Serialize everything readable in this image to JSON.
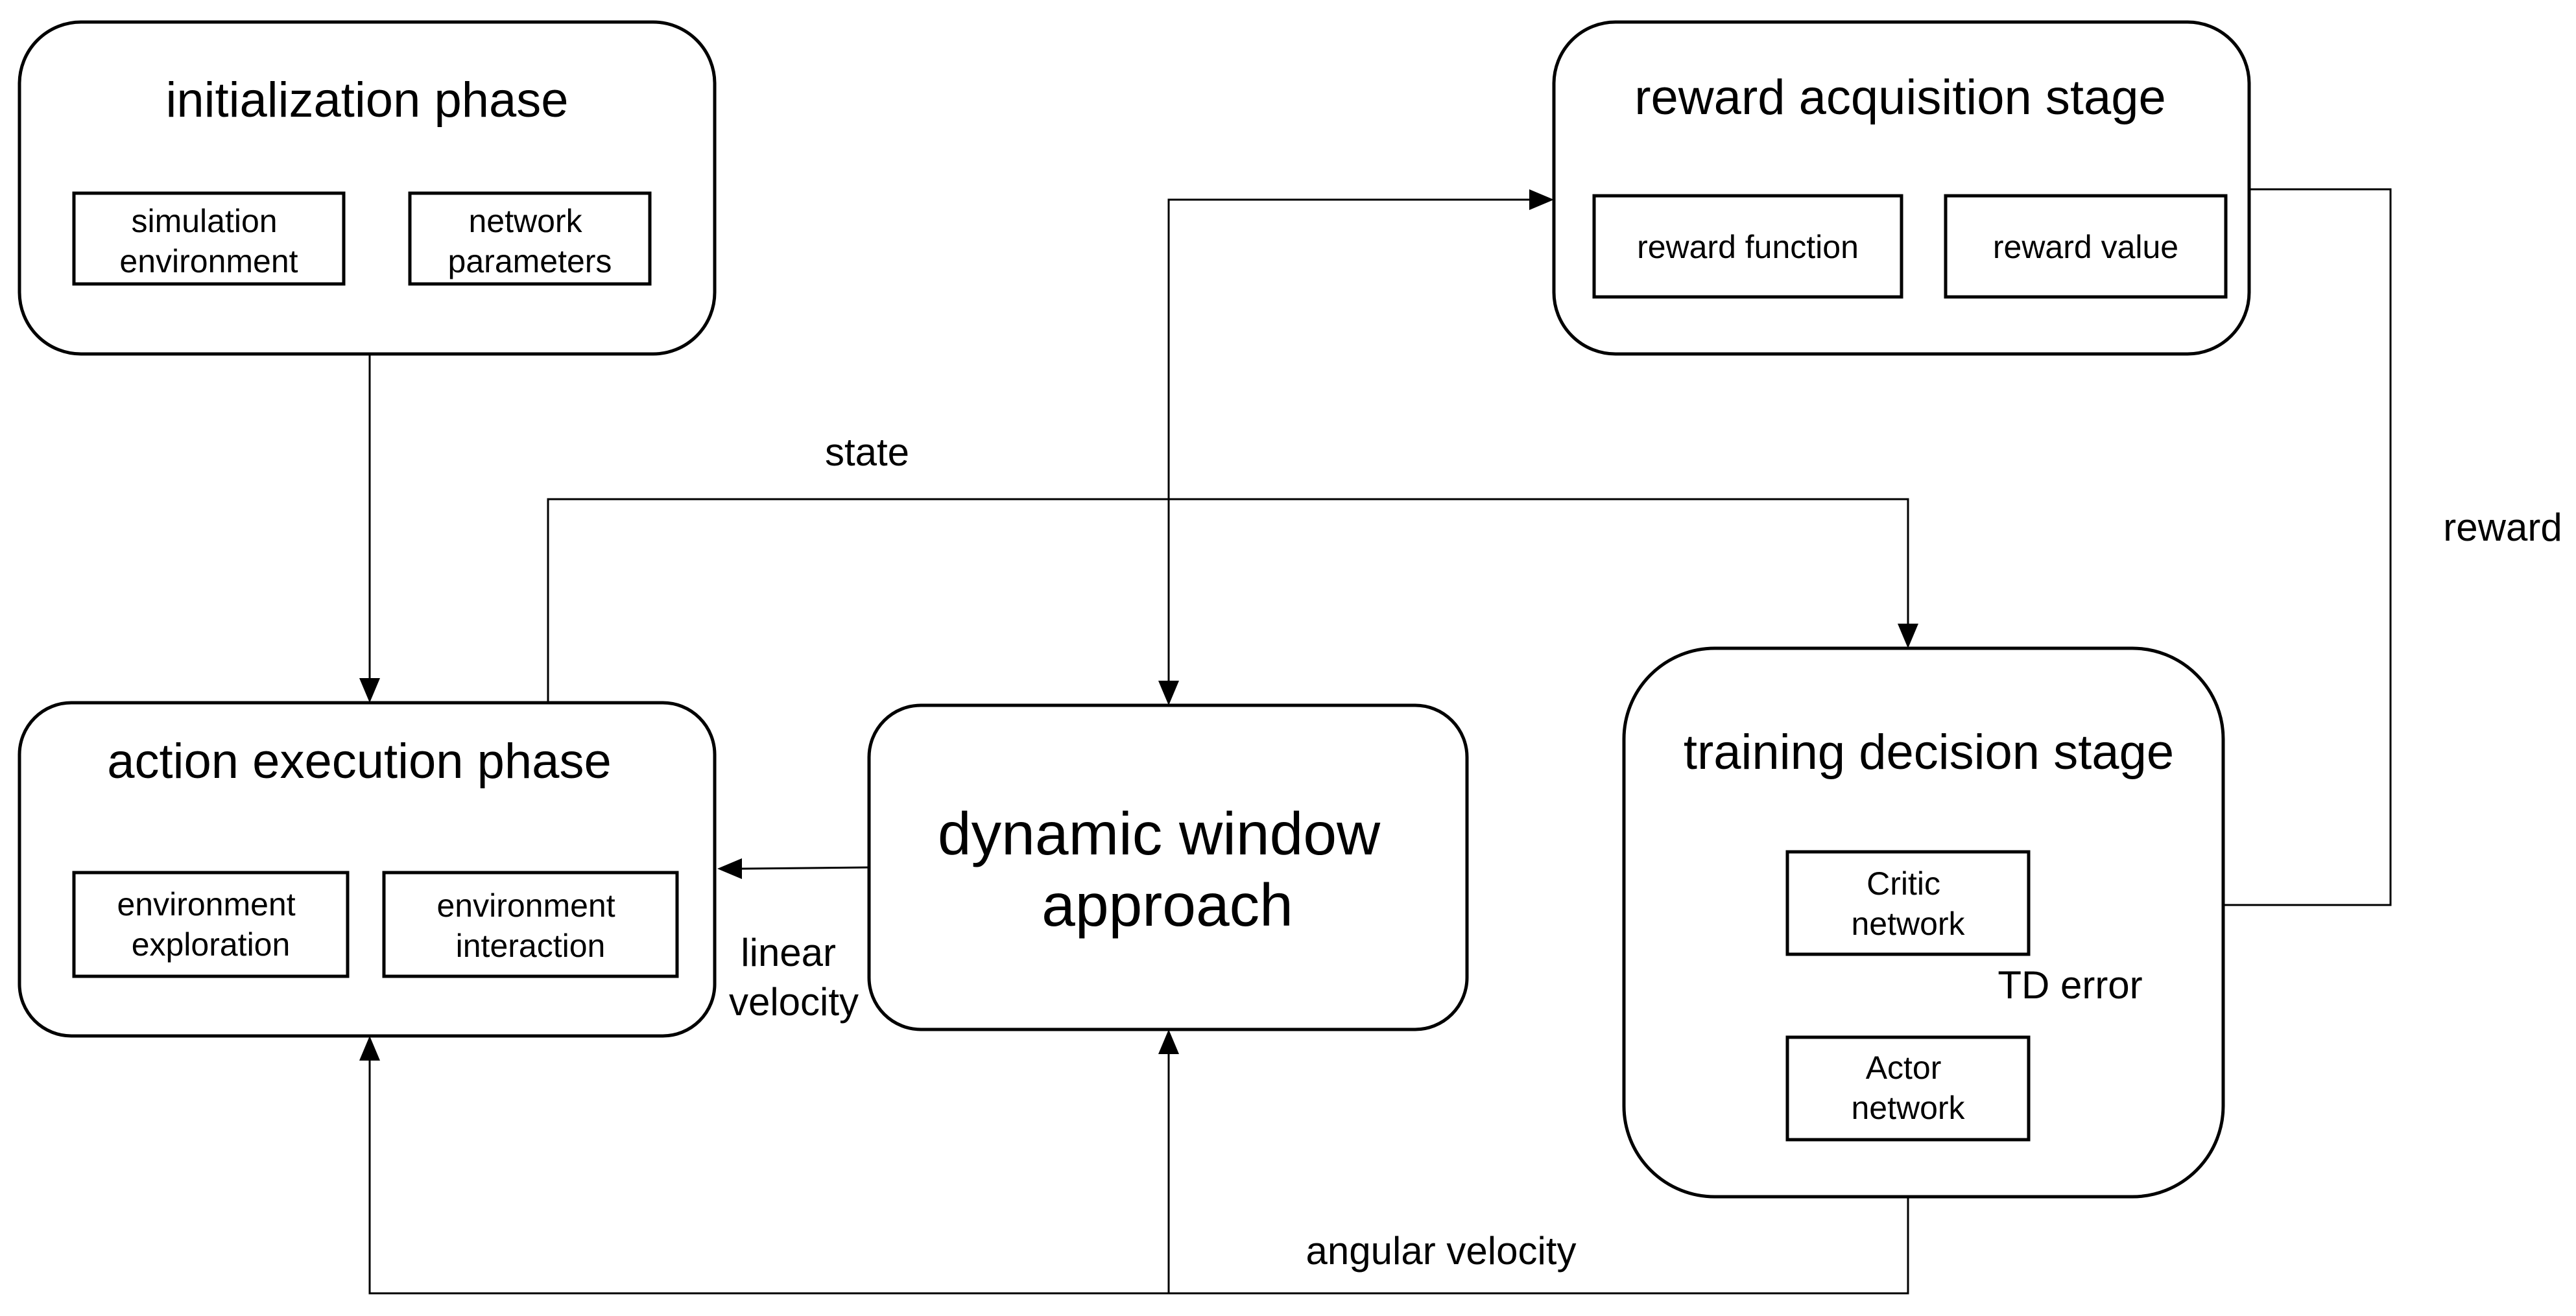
{
  "nodes": {
    "initialization_phase": {
      "title": "initialization phase",
      "simulation_environment": [
        "simulation",
        "environment"
      ],
      "network_parameters": [
        "network",
        "parameters"
      ]
    },
    "reward_acquisition_stage": {
      "title": "reward acquisition stage",
      "reward_function": "reward function",
      "reward_value": "reward value"
    },
    "action_execution_phase": {
      "title": "action execution phase",
      "environment_exploration": [
        "environment",
        "exploration"
      ],
      "environment_interaction": [
        "environment",
        "interaction"
      ]
    },
    "dynamic_window_approach": {
      "title": [
        "dynamic window",
        "approach"
      ]
    },
    "training_decision_stage": {
      "title": "training decision stage",
      "critic_network": [
        "Critic",
        "network"
      ],
      "actor_network": [
        "Actor",
        "network"
      ]
    }
  },
  "edge_labels": {
    "state": "state",
    "reward": "reward",
    "linear_velocity": [
      "linear",
      "velocity"
    ],
    "td_error": "TD error",
    "angular_velocity": "angular velocity"
  }
}
